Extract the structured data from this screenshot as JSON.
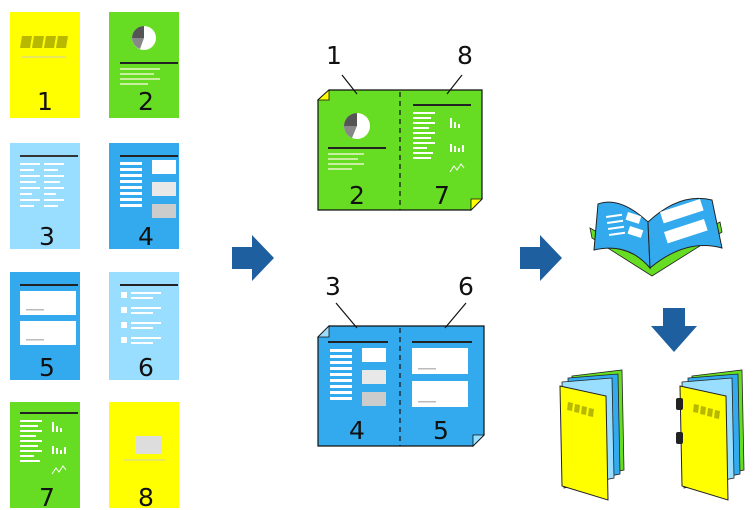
{
  "colors": {
    "yellow": "#ffff00",
    "green": "#66dd22",
    "light_blue": "#99ddff",
    "blue": "#33aaee",
    "arrow": "#1e5fa0",
    "gray": "#bbbbbb",
    "outline": "#111111"
  },
  "source_pages": [
    {
      "number": "1",
      "color": "yellow",
      "icon": "dashes-icon"
    },
    {
      "number": "2",
      "color": "green",
      "icon": "pie-chart-icon"
    },
    {
      "number": "3",
      "color": "light_blue",
      "icon": "text-columns-icon"
    },
    {
      "number": "4",
      "color": "blue",
      "icon": "text-with-images-icon"
    },
    {
      "number": "5",
      "color": "blue",
      "icon": "image-boxes-icon"
    },
    {
      "number": "6",
      "color": "light_blue",
      "icon": "bullet-list-icon"
    },
    {
      "number": "7",
      "color": "green",
      "icon": "bar-chart-icon"
    },
    {
      "number": "8",
      "color": "yellow",
      "icon": "image-icon"
    }
  ],
  "spreads": [
    {
      "callout_left": "1",
      "callout_right": "8",
      "left_page": "2",
      "right_page": "7",
      "color": "green"
    },
    {
      "callout_left": "3",
      "callout_right": "6",
      "left_page": "4",
      "right_page": "5",
      "color": "blue"
    }
  ],
  "results": [
    "open-booklet-icon",
    "stapled-booklet-icon",
    "ring-bound-booklet-icon"
  ]
}
